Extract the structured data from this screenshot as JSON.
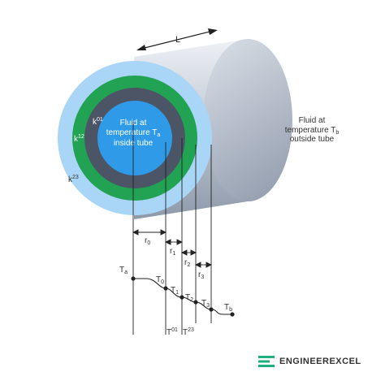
{
  "length_label": "L",
  "inner_fluid": {
    "line1": "Fluid at",
    "line2": "temperature T",
    "sub": "a",
    "line3": "inside tube"
  },
  "outer_fluid": {
    "line1": "Fluid at",
    "line2": "temperature T",
    "sub": "b",
    "line3": "outside tube"
  },
  "conductivities": [
    {
      "base": "k",
      "sup": "01"
    },
    {
      "base": "k",
      "sup": "12"
    },
    {
      "base": "k",
      "sup": "23"
    }
  ],
  "radii": [
    {
      "base": "r",
      "sub": "0"
    },
    {
      "base": "r",
      "sub": "1"
    },
    {
      "base": "r",
      "sub": "2"
    },
    {
      "base": "r",
      "sub": "3"
    }
  ],
  "temperatures": [
    {
      "base": "T",
      "sub": "a"
    },
    {
      "base": "T",
      "sub": "0"
    },
    {
      "base": "T",
      "sub": "1"
    },
    {
      "base": "T",
      "sub": "2"
    },
    {
      "base": "T",
      "sub": "3"
    },
    {
      "base": "T",
      "sub": "b"
    }
  ],
  "resistances": [
    {
      "base": "T",
      "sup": "01"
    },
    {
      "base": "T",
      "sup": "23"
    }
  ],
  "brand": {
    "name": "ENGINEEREXCEL"
  },
  "colors": {
    "fluid_inner": "#2f9be8",
    "layer_01": "#4b5566",
    "layer_12": "#22a353",
    "layer_23": "#a9d5f6",
    "tube_body": "#c9d0db",
    "line": "#222222",
    "brand_green": "#1fb080"
  }
}
